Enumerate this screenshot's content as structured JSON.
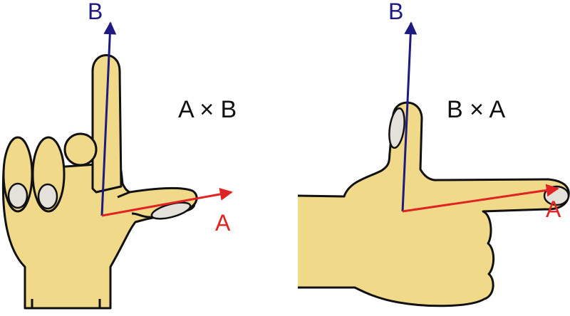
{
  "left_panel": {
    "vector_a_label": "A",
    "vector_b_label": "B",
    "product_label": "A × B"
  },
  "right_panel": {
    "vector_a_label": "A",
    "vector_b_label": "B",
    "product_label": "B × A"
  },
  "colors": {
    "vector_a": "#e02424",
    "vector_b": "#1e1a80",
    "text": "#111111"
  }
}
